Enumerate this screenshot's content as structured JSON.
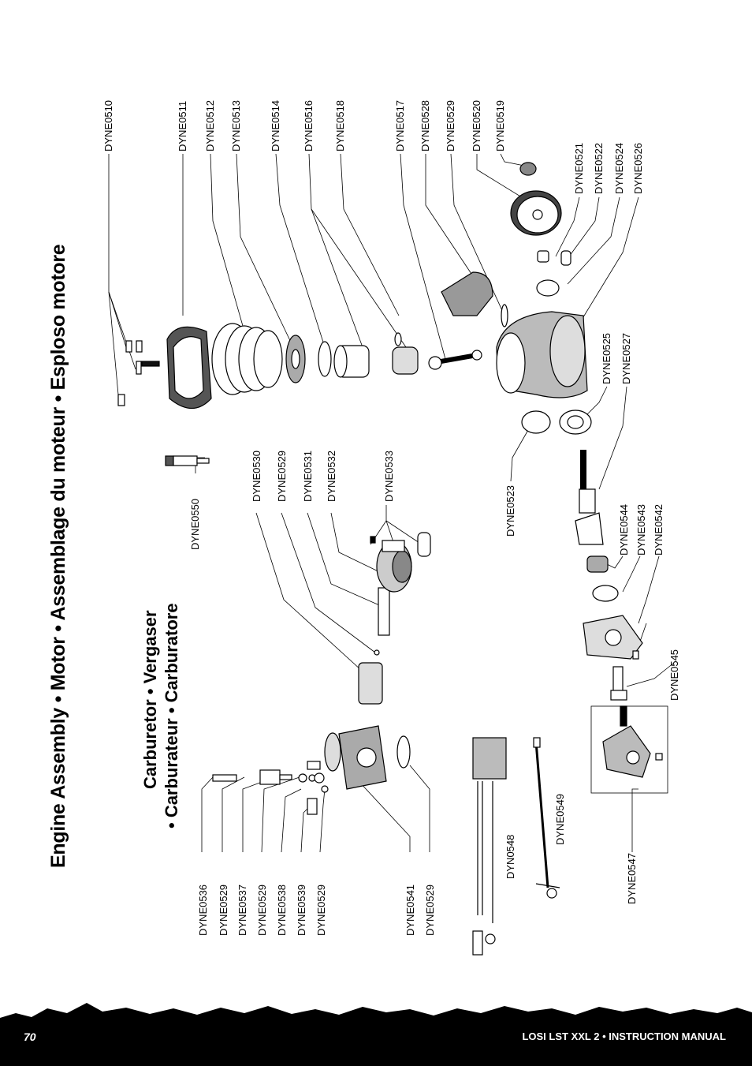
{
  "title": "Engine Assembly • Motor • Assemblage du moteur • Esploso motore",
  "carb_title_line1": "Carburetor • Vergaser",
  "carb_title_line2": "• Carburateur • Carburatore",
  "labels": {
    "l0510": "DYNE0510",
    "l0511": "DYNE0511",
    "l0512": "DYNE0512",
    "l0513": "DYNE0513",
    "l0514": "DYNE0514",
    "l0516": "DYNE0516",
    "l0518": "DYNE0518",
    "l0517": "DYNE0517",
    "l0528": "DYNE0528",
    "l0529a": "DYNE0529",
    "l0520": "DYNE0520",
    "l0519": "DYNE0519",
    "l0521": "DYNE0521",
    "l0522": "DYNE0522",
    "l0524": "DYNE0524",
    "l0526": "DYNE0526",
    "l0525": "DYNE0525",
    "l0527": "DYNE0527",
    "l0523": "DYNE0523",
    "l0550": "DYNE0550",
    "l0530": "DYNE0530",
    "l0529b": "DYNE0529",
    "l0531": "DYNE0531",
    "l0532": "DYNE0532",
    "l0533": "DYNE0533",
    "l0544": "DYNE0544",
    "l0543": "DYNE0543",
    "l0542": "DYNE0542",
    "l0545": "DYNE0545",
    "l0536": "DYNE0536",
    "l0529c": "DYNE0529",
    "l0537": "DYNE0537",
    "l0529d": "DYNE0529",
    "l0538": "DYNE0538",
    "l0539": "DYNE0539",
    "l0529e": "DYNE0529",
    "l0541": "DYNE0541",
    "l0529f": "DYNE0529",
    "l0548": "DYN0548",
    "l0549": "DYNE0549",
    "l0547": "DYNE0547"
  },
  "footer": {
    "page_number": "70",
    "manual_title": "LOSI LST XXL 2 • INSTRUCTION MANUAL"
  }
}
